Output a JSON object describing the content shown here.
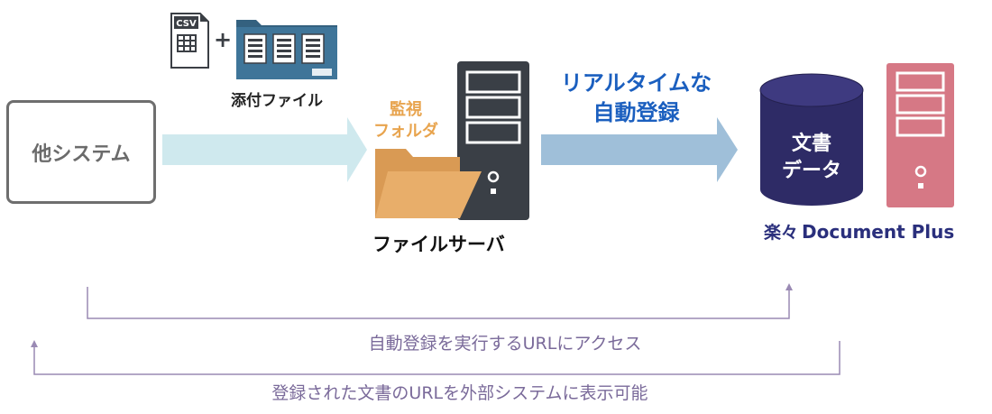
{
  "other_system": {
    "label": "他システム"
  },
  "attachment": {
    "csv_label": "CSV",
    "plus": "+",
    "caption": "添付ファイル"
  },
  "watch_folder": {
    "line1": "監視",
    "line2": "フォルダ"
  },
  "file_server": {
    "label": "ファイルサーバ"
  },
  "realtime": {
    "line1": "リアルタイムな",
    "line2": "自動登録"
  },
  "document_plus": {
    "db_line1": "文書",
    "db_line2": "データ",
    "logo_mark": "楽々",
    "logo_text": "Document Plus"
  },
  "flows": {
    "access_url": "自動登録を実行するURLにアクセス",
    "display_url": "登録された文書のURLを外部システムに表示可能"
  },
  "colors": {
    "light_arrow": "#cfe9ee",
    "blue_arrow": "#9fbfd9",
    "server_dark": "#3a3f46",
    "folder": "#e8ae6a",
    "db_navy": "#2e2b66",
    "pink": "#e76d7c",
    "flow_line": "#9a8ab4"
  }
}
